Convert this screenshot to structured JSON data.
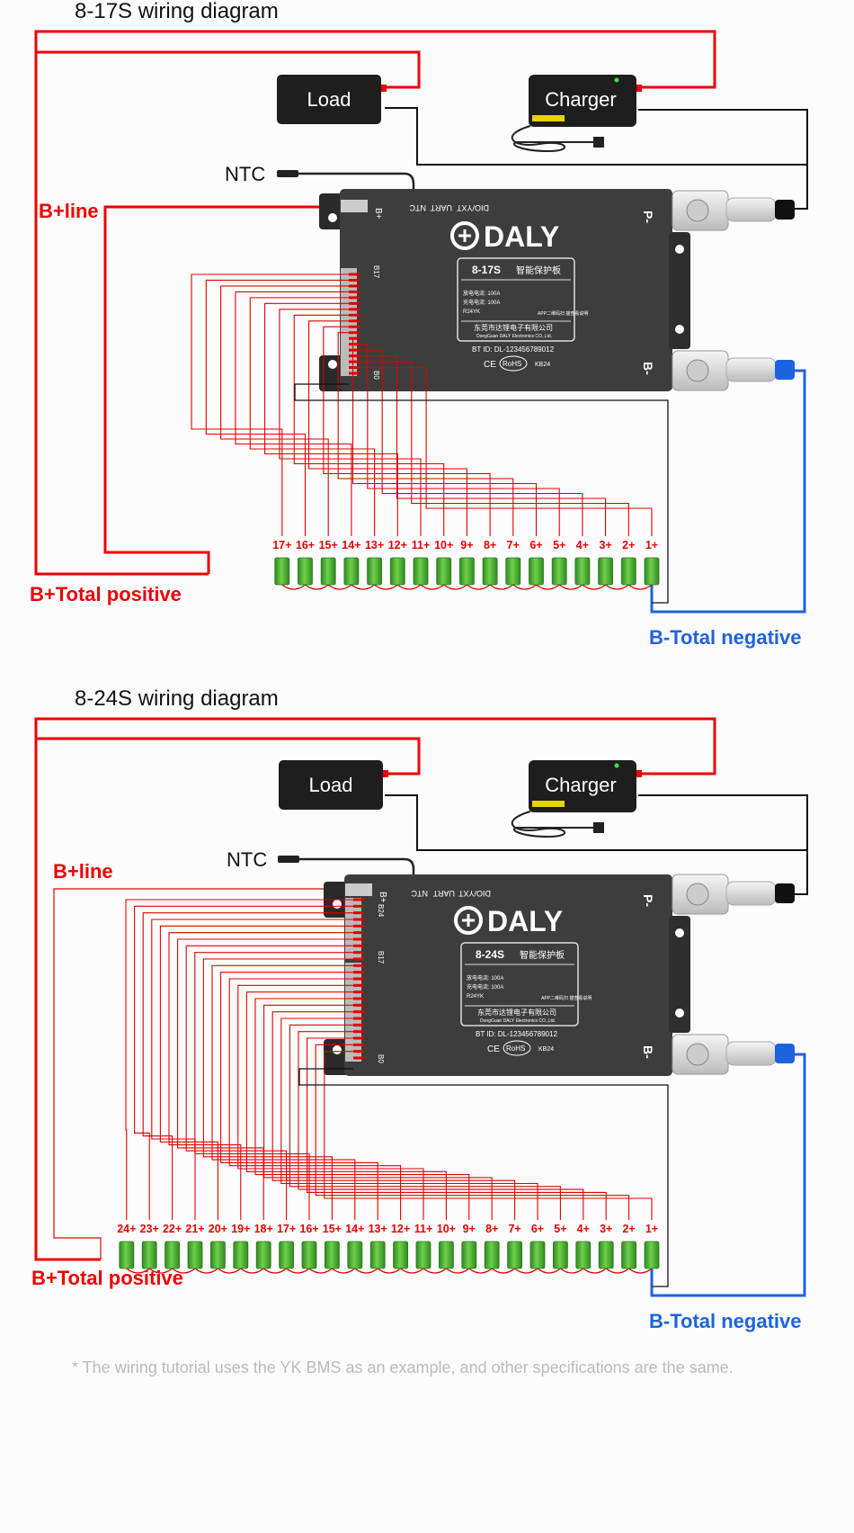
{
  "colors": {
    "positive_wire": "#e00000",
    "negative_wire": "#1d63e0",
    "signal_wire": "#111111",
    "bms_body": "#3d3d3d",
    "cell": "#3fa62b",
    "background": "#fcfcfc"
  },
  "diagrams": [
    {
      "heading": "8-17S wiring diagram",
      "load": "Load",
      "charger": "Charger",
      "ntc": "NTC",
      "bline": "B+line",
      "total_positive": "B+Total positive",
      "total_negative": "B-Total negative",
      "bms": {
        "brand": "DALY",
        "model": "8-17S",
        "model_cn": "智能保护板",
        "spec1": "放电电流: 100A",
        "spec2": "充电电流: 100A",
        "spec3": "R24YK",
        "spec_note": "APP二维码扫\n描查看说明",
        "company_cn": "东莞市达锂电子有限公司",
        "company_en": "DongGuan DALY Electronics CO.,Ltd.",
        "bt_id": "BT ID: DL-123456789012",
        "ce": "CE",
        "rohs": "RoHS",
        "code": "KB24",
        "port_bplus": "B+",
        "port_ntc": "NTC",
        "port_uart": "UART",
        "port_dio": "DIO/YXT",
        "port_b17": "B17",
        "port_b0": "B0",
        "p_minus": "P-",
        "b_minus": "B-"
      },
      "cells": [
        "17+",
        "16+",
        "15+",
        "14+",
        "13+",
        "12+",
        "11+",
        "10+",
        "9+",
        "8+",
        "7+",
        "6+",
        "5+",
        "4+",
        "3+",
        "2+",
        "1+"
      ]
    },
    {
      "heading": "8-24S wiring diagram",
      "load": "Load",
      "charger": "Charger",
      "ntc": "NTC",
      "bline": "B+line",
      "total_positive": "B+Total positive",
      "total_negative": "B-Total negative",
      "bms": {
        "brand": "DALY",
        "model": "8-24S",
        "model_cn": "智能保护板",
        "spec1": "放电电流: 100A",
        "spec2": "充电电流: 100A",
        "spec3": "R24YK",
        "spec_note": "APP二维码扫\n描查看说明",
        "company_cn": "东莞市达锂电子有限公司",
        "company_en": "DongGuan DALY Electronics CO.,Ltd.",
        "bt_id": "BT ID: DL-123456789012",
        "ce": "CE",
        "rohs": "RoHS",
        "code": "KB24",
        "port_bplus": "B+",
        "port_ntc": "NTC",
        "port_uart": "UART",
        "port_dio": "DIO/YXT",
        "port_b24": "B24",
        "port_b17": "B17",
        "port_b0": "B0",
        "p_minus": "P-",
        "b_minus": "B-"
      },
      "cells": [
        "24+",
        "23+",
        "22+",
        "21+",
        "20+",
        "19+",
        "18+",
        "17+",
        "16+",
        "15+",
        "14+",
        "13+",
        "12+",
        "11+",
        "10+",
        "9+",
        "8+",
        "7+",
        "6+",
        "5+",
        "4+",
        "3+",
        "2+",
        "1+"
      ]
    }
  ],
  "footnote": "* The wiring tutorial uses the YK BMS as an example, and other specifications are the same."
}
